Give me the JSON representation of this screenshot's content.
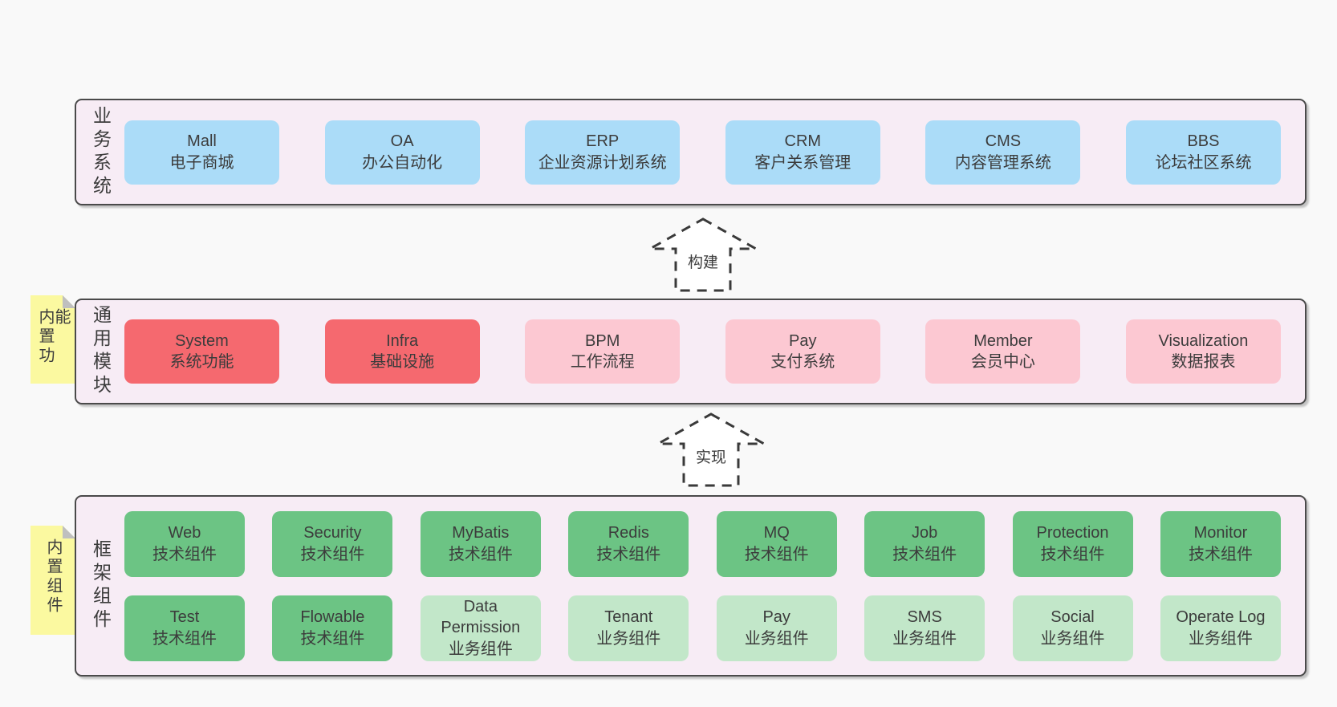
{
  "colors": {
    "background": "#f9f9f9",
    "panel_bg": "#f7ecf5",
    "panel_border": "#4a4a4a",
    "blue": "#abdcf8",
    "red": "#f5696f",
    "pink": "#fcc8d2",
    "green_dark": "#6cc484",
    "green_light": "#c2e7c9",
    "sticky_yellow": "#fbf9a0",
    "sticky_fold": "#bfbfbf",
    "text": "#3c3c3c"
  },
  "layers": [
    {
      "id": "business",
      "label": "业务系统",
      "boxes": [
        {
          "title": "Mall",
          "subtitle": "电子商城",
          "variant": "blue"
        },
        {
          "title": "OA",
          "subtitle": "办公自动化",
          "variant": "blue"
        },
        {
          "title": "ERP",
          "subtitle": "企业资源计划系统",
          "variant": "blue"
        },
        {
          "title": "CRM",
          "subtitle": "客户关系管理",
          "variant": "blue"
        },
        {
          "title": "CMS",
          "subtitle": "内容管理系统",
          "variant": "blue"
        },
        {
          "title": "BBS",
          "subtitle": "论坛社区系统",
          "variant": "blue"
        }
      ]
    },
    {
      "id": "modules",
      "label": "通用模块",
      "sticky": "内置功能",
      "boxes": [
        {
          "title": "System",
          "subtitle": "系统功能",
          "variant": "red"
        },
        {
          "title": "Infra",
          "subtitle": "基础设施",
          "variant": "red"
        },
        {
          "title": "BPM",
          "subtitle": "工作流程",
          "variant": "pink"
        },
        {
          "title": "Pay",
          "subtitle": "支付系统",
          "variant": "pink"
        },
        {
          "title": "Member",
          "subtitle": "会员中心",
          "variant": "pink"
        },
        {
          "title": "Visualization",
          "subtitle": "数据报表",
          "variant": "pink"
        }
      ]
    },
    {
      "id": "components",
      "label": "框架组件",
      "sticky": "内置组件",
      "rows": [
        [
          {
            "title": "Web",
            "subtitle": "技术组件",
            "variant": "green"
          },
          {
            "title": "Security",
            "subtitle": "技术组件",
            "variant": "green"
          },
          {
            "title": "MyBatis",
            "subtitle": "技术组件",
            "variant": "green"
          },
          {
            "title": "Redis",
            "subtitle": "技术组件",
            "variant": "green"
          },
          {
            "title": "MQ",
            "subtitle": "技术组件",
            "variant": "green"
          },
          {
            "title": "Job",
            "subtitle": "技术组件",
            "variant": "green"
          },
          {
            "title": "Protection",
            "subtitle": "技术组件",
            "variant": "green"
          },
          {
            "title": "Monitor",
            "subtitle": "技术组件",
            "variant": "green"
          }
        ],
        [
          {
            "title": "Test",
            "subtitle": "技术组件",
            "variant": "green"
          },
          {
            "title": "Flowable",
            "subtitle": "技术组件",
            "variant": "green"
          },
          {
            "title": "Data Permission",
            "subtitle": "业务组件",
            "variant": "green-light"
          },
          {
            "title": "Tenant",
            "subtitle": "业务组件",
            "variant": "green-light"
          },
          {
            "title": "Pay",
            "subtitle": "业务组件",
            "variant": "green-light"
          },
          {
            "title": "SMS",
            "subtitle": "业务组件",
            "variant": "green-light"
          },
          {
            "title": "Social",
            "subtitle": "业务组件",
            "variant": "green-light"
          },
          {
            "title": "Operate Log",
            "subtitle": "业务组件",
            "variant": "green-light"
          }
        ]
      ]
    }
  ],
  "arrows": [
    {
      "label": "构建"
    },
    {
      "label": "实现"
    }
  ]
}
